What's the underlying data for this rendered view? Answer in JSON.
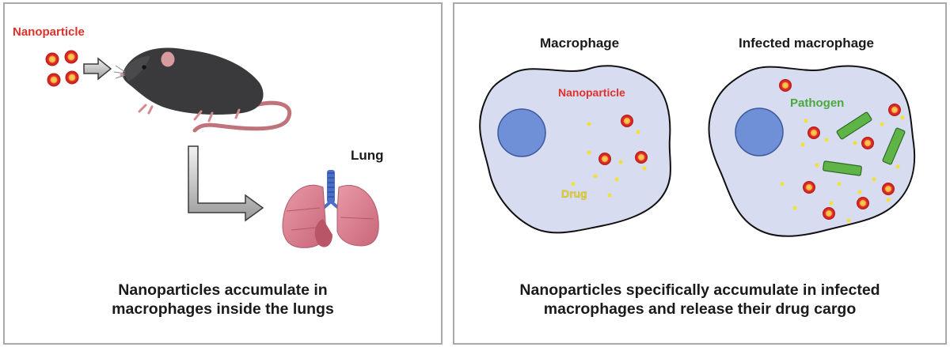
{
  "left_panel": {
    "nanoparticle_label": "Nanoparticle",
    "lung_label": "Lung",
    "caption_lines": [
      "Nanoparticles accumulate in",
      "macrophages inside the lungs"
    ]
  },
  "right_panel": {
    "macrophage_title": "Macrophage",
    "infected_title": "Infected macrophage",
    "nanoparticle_label": "Nanoparticle",
    "drug_label": "Drug",
    "pathogen_label": "Pathogen",
    "caption_lines": [
      "Nanoparticles specifically accumulate in infected",
      "macrophages and release their drug cargo"
    ]
  },
  "colors": {
    "nanoparticle_outer": "#e2312b",
    "nanoparticle_core": "#f3c24a",
    "drug": "#f1e233",
    "pathogen": "#5fb447",
    "cell_body": "#d7dcf0",
    "nucleus": "#6f8fd6",
    "label_red": "#e0312a",
    "label_green": "#4aa83c",
    "label_yellow": "#e3d23a"
  }
}
